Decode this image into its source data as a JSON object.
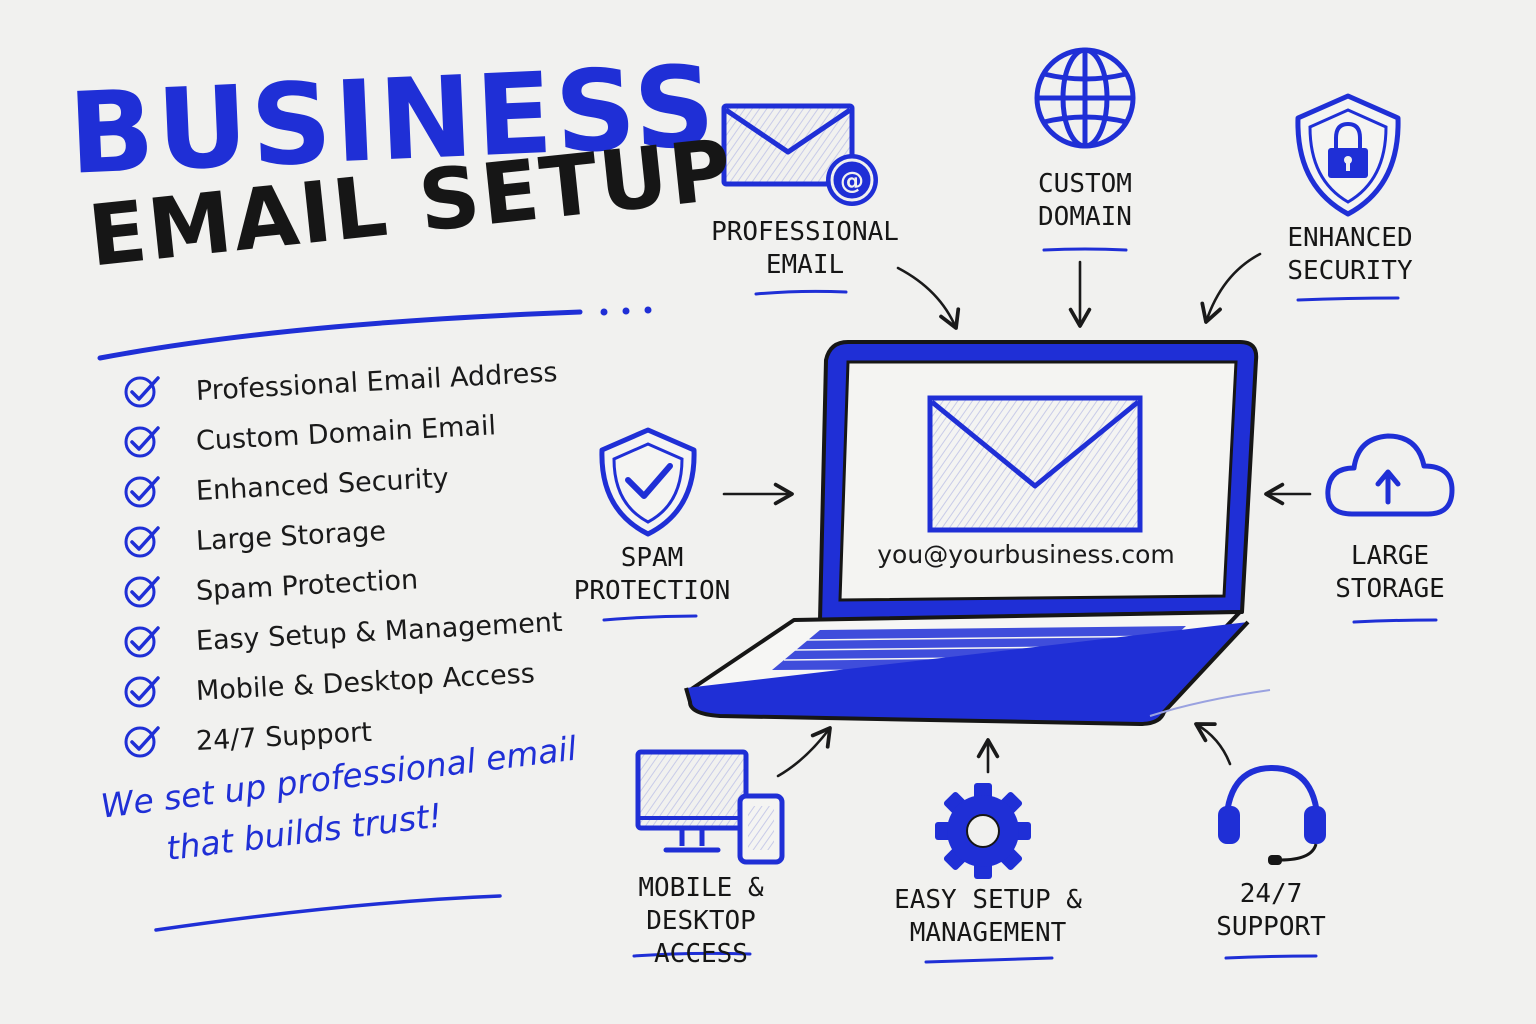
{
  "title": {
    "line1": "BUSINESS",
    "line2": "EMAIL SETUP"
  },
  "features": [
    "Professional Email Address",
    "Custom Domain Email",
    "Enhanced Security",
    "Large Storage",
    "Spam Protection",
    "Easy Setup & Management",
    "Mobile & Desktop Access",
    "24/7 Support"
  ],
  "tagline": {
    "line1": "We set up professional email",
    "line2": "that builds trust!"
  },
  "laptop": {
    "email_address": "you@yourbusiness.com"
  },
  "icons": {
    "professional_email": {
      "line1": "PROFESSIONAL",
      "line2": "EMAIL",
      "icon": "envelope-at-icon"
    },
    "custom_domain": {
      "line1": "CUSTOM",
      "line2": "DOMAIN",
      "icon": "globe-icon"
    },
    "enhanced_security": {
      "line1": "ENHANCED",
      "line2": "SECURITY",
      "icon": "shield-lock-icon"
    },
    "spam_protection": {
      "line1": "SPAM",
      "line2": "PROTECTION",
      "icon": "shield-check-icon"
    },
    "large_storage": {
      "line1": "LARGE",
      "line2": "STORAGE",
      "icon": "cloud-upload-icon"
    },
    "mobile_desktop": {
      "line1": "MOBILE &",
      "line2": "DESKTOP ACCESS",
      "icon": "devices-icon"
    },
    "easy_setup": {
      "line1": "EASY SETUP &",
      "line2": "MANAGEMENT",
      "icon": "gear-icon"
    },
    "support": {
      "line1": "24/7",
      "line2": "SUPPORT",
      "icon": "headset-icon"
    }
  },
  "colors": {
    "accent": "#1f2fd6",
    "ink": "#161616",
    "paper": "#f1f1ef"
  }
}
